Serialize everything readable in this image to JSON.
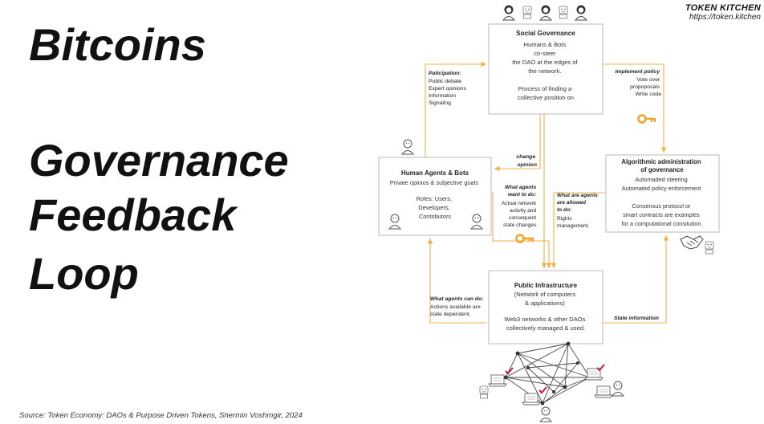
{
  "slide": {
    "title_lines": [
      "Bitcoins",
      "Governance",
      "Feedback",
      "Loop"
    ],
    "source": "Source: Token Economy: DAOs & Purpose Driven Tokens, Shermin Voshmgir, 2024",
    "brand_name": "TOKEN KITCHEN",
    "brand_url": "https://token.kitchen"
  },
  "diagram": {
    "social": {
      "title": "Social Governance",
      "lines": [
        "Humans & Bots",
        "co-steer",
        "the DAO at the edges of",
        "the network.",
        "",
        "Process of finding a",
        "collective position on"
      ]
    },
    "human": {
      "title": "Human Agents & Bots",
      "lines": [
        "Private opinios & subjective goals",
        "",
        "Roles: Users,",
        "Developers,",
        "Contributors"
      ]
    },
    "algo": {
      "title_lines": [
        "Algorithmic administration",
        "of governance"
      ],
      "lines": [
        "Automaded steering",
        "Automated policy enforcement",
        "",
        "Consensus protocol or",
        "smart contracts are examples",
        "for a computational consitution."
      ]
    },
    "infra": {
      "title": "Public Infrastructure",
      "lines": [
        "(Network of computers",
        "& applications)",
        "",
        "Web3 networks & other DAOs",
        "collectively managed & used."
      ]
    },
    "participation": {
      "heading": "Paticipation:",
      "lines": [
        "Public debate",
        "Expert opinions",
        "Information",
        "Signaling"
      ]
    },
    "implement": {
      "heading": "Implement policy",
      "lines": [
        "Vote over",
        "propoposals",
        "Write code"
      ]
    },
    "change_opinion": [
      "change",
      "opinion"
    ],
    "want": {
      "heading_lines": [
        "What agents",
        "want to do:"
      ],
      "lines": [
        "Actual network",
        "activity and",
        "consequent",
        "state changes."
      ]
    },
    "allowed": {
      "heading_lines": [
        "What are agents",
        "are allowed",
        "to do:"
      ],
      "lines": [
        "Rights",
        "management."
      ]
    },
    "can_do": {
      "heading": "What agents can do:",
      "lines": [
        "Actions available are",
        "state dependent."
      ]
    },
    "state_info": "State information"
  },
  "colors": {
    "arrow": "#f0b04a",
    "key": "#f0a52a",
    "box_border": "#b8b8b8",
    "network_line": "#4a4a4a",
    "check": "#c2185b"
  }
}
